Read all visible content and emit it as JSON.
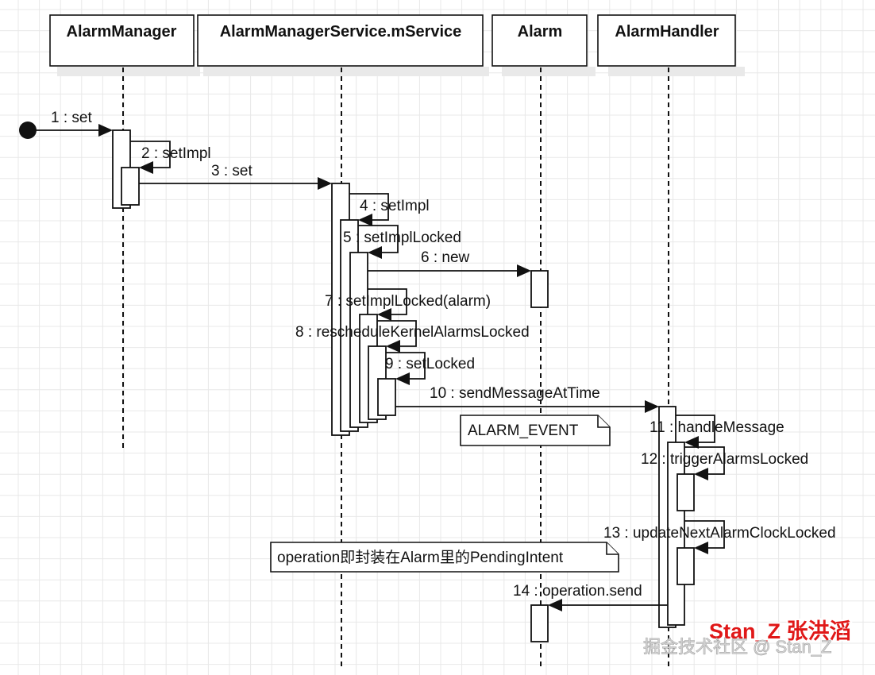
{
  "diagram": {
    "type": "uml-sequence",
    "lifelines": [
      {
        "id": "am",
        "label": "AlarmManager"
      },
      {
        "id": "ams",
        "label": "AlarmManagerService.mService"
      },
      {
        "id": "al",
        "label": "Alarm"
      },
      {
        "id": "ah",
        "label": "AlarmHandler"
      }
    ],
    "messages": [
      {
        "n": 1,
        "label": "1 : set",
        "from": "start",
        "to": "am"
      },
      {
        "n": 2,
        "label": "2 : setImpl",
        "from": "am",
        "to": "am"
      },
      {
        "n": 3,
        "label": "3 : set",
        "from": "am",
        "to": "ams"
      },
      {
        "n": 4,
        "label": "4 : setImpl",
        "from": "ams",
        "to": "ams"
      },
      {
        "n": 5,
        "label": "5 : setImplLocked",
        "from": "ams",
        "to": "ams"
      },
      {
        "n": 6,
        "label": "6 : new",
        "from": "ams",
        "to": "al"
      },
      {
        "n": 7,
        "label": "7 : setImplLocked(alarm)",
        "from": "ams",
        "to": "ams"
      },
      {
        "n": 8,
        "label": "8 : rescheduleKernelAlarmsLocked",
        "from": "ams",
        "to": "ams"
      },
      {
        "n": 9,
        "label": "9 : setLocked",
        "from": "ams",
        "to": "ams"
      },
      {
        "n": 10,
        "label": "10 : sendMessageAtTime",
        "from": "ams",
        "to": "ah"
      },
      {
        "n": 11,
        "label": "11 : handleMessage",
        "from": "ah",
        "to": "ah"
      },
      {
        "n": 12,
        "label": "12 : triggerAlarmsLocked",
        "from": "ah",
        "to": "ah"
      },
      {
        "n": 13,
        "label": "13 : updateNextAlarmClockLocked",
        "from": "ah",
        "to": "ah"
      },
      {
        "n": 14,
        "label": "14 : operation.send",
        "from": "ah",
        "to": "al"
      }
    ],
    "notes": [
      {
        "label": "ALARM_EVENT"
      },
      {
        "label": "operation即封装在Alarm里的PendingIntent"
      }
    ]
  },
  "watermark": {
    "author": "Stan_Z 张洪滔",
    "site": "掘金技术社区 @ Stan_Z",
    "author_color": "#e01818"
  }
}
